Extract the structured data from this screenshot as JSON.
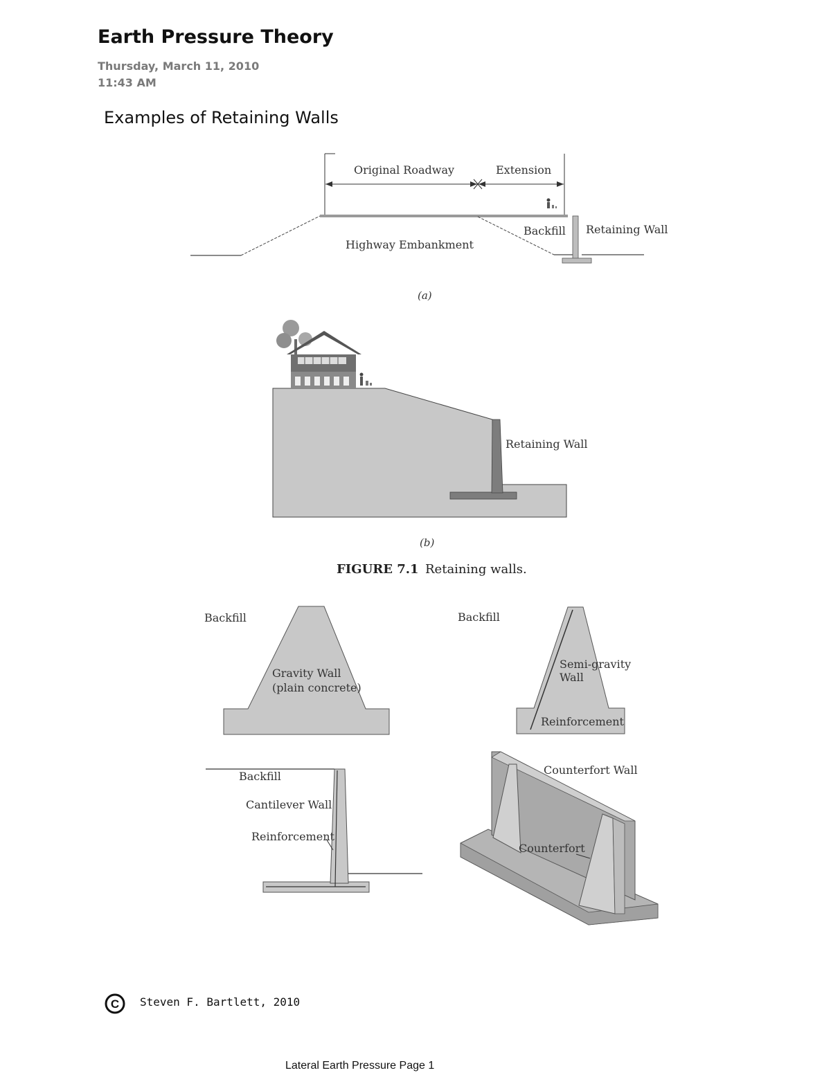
{
  "page": {
    "title": "Earth Pressure Theory",
    "date": "Thursday, March 11, 2010",
    "time": "11:43 AM",
    "subtitle": "Examples of Retaining Walls"
  },
  "figure_a": {
    "original_roadway": "Original Roadway",
    "extension": "Extension",
    "backfill": "Backfill",
    "retaining_wall": "Retaining Wall",
    "highway_embankment": "Highway Embankment",
    "sublabel": "(a)"
  },
  "figure_b": {
    "retaining_wall": "Retaining Wall",
    "sublabel": "(b)"
  },
  "caption": {
    "number": "FIGURE 7.1",
    "text": "Retaining walls."
  },
  "wall_types": {
    "gravity": {
      "backfill": "Backfill",
      "name_line1": "Gravity Wall",
      "name_line2": "(plain concrete)"
    },
    "semi_gravity": {
      "backfill": "Backfill",
      "name_line1": "Semi-gravity",
      "name_line2": "Wall",
      "reinforcement": "Reinforcement"
    },
    "cantilever": {
      "backfill": "Backfill",
      "name": "Cantilever Wall",
      "reinforcement": "Reinforcement"
    },
    "counterfort": {
      "name": "Counterfort Wall",
      "counterfort": "Counterfort"
    }
  },
  "footer": {
    "copyright_symbol": "©",
    "author": "Steven F. Bartlett, 2010",
    "page_label": "Lateral Earth Pressure Page 1"
  }
}
